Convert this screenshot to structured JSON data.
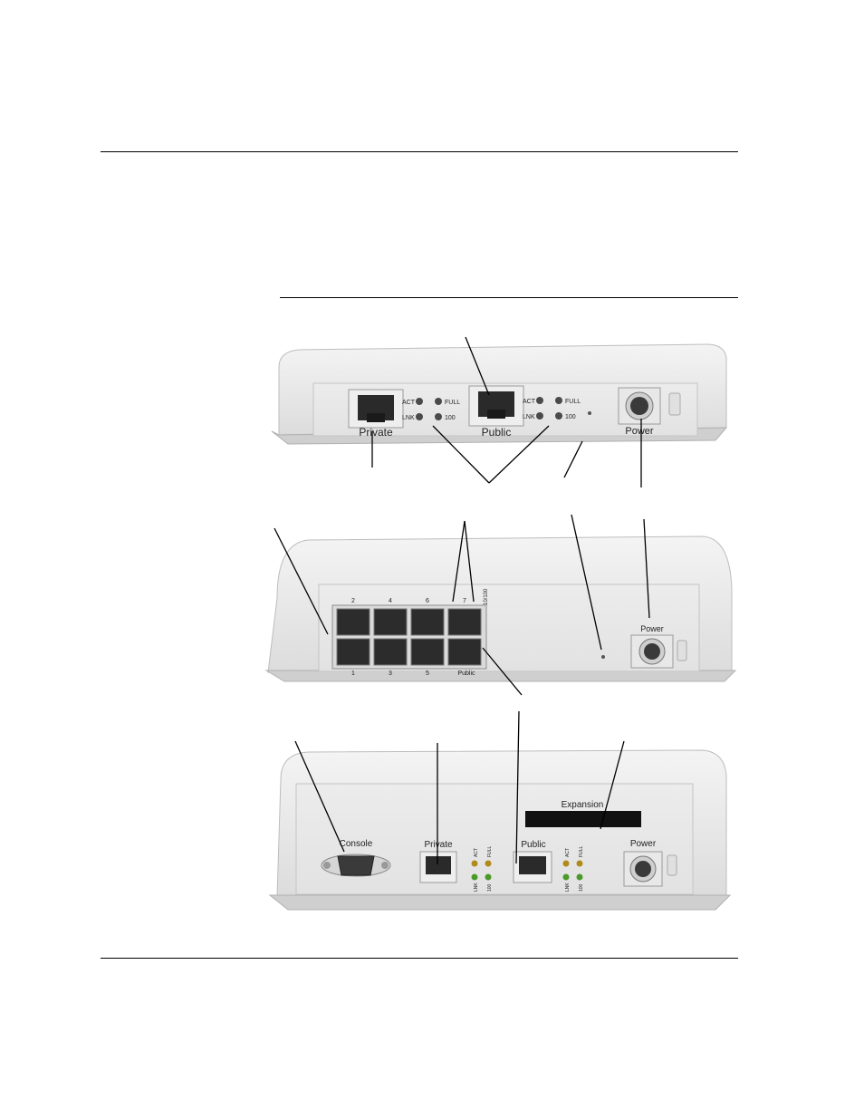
{
  "unit1": {
    "private_label": "Private",
    "public_label": "Public",
    "power_label": "Power",
    "led_act": "ACT",
    "led_lnk": "LNK",
    "led_full": "FULL",
    "led_100": "100"
  },
  "unit2": {
    "port_top_numbers": [
      "2",
      "4",
      "6",
      "7"
    ],
    "port_bottom_numbers": [
      "1",
      "3",
      "5",
      "Public"
    ],
    "speed_label": "10/100",
    "power_label": "Power"
  },
  "unit3": {
    "console_label": "Console",
    "private_label": "Private",
    "public_label": "Public",
    "expansion_label": "Expansion",
    "power_label": "Power",
    "led_act": "ACT",
    "led_full": "FULL",
    "led_lnk": "LNK",
    "led_100": "100"
  }
}
